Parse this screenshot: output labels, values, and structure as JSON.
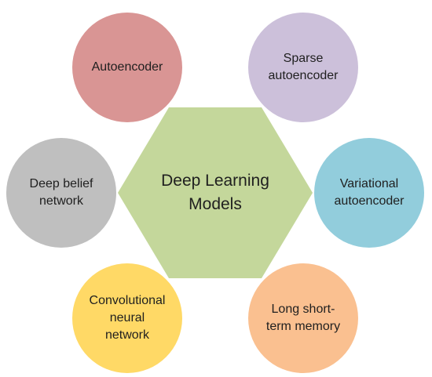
{
  "center": {
    "label": "Deep Learning\nModels",
    "color": "#c4d79b"
  },
  "nodes": [
    {
      "id": "autoencoder",
      "label": "Autoencoder",
      "color": "#d99594"
    },
    {
      "id": "sparse-autoencoder",
      "label": "Sparse\nautoencoder",
      "color": "#ccc0da"
    },
    {
      "id": "variational-autoencoder",
      "label": "Variational\nautoencoder",
      "color": "#92cddc"
    },
    {
      "id": "long-short-term-memory",
      "label": "Long short-\nterm memory",
      "color": "#fac090"
    },
    {
      "id": "convolutional-neural-network",
      "label": "Convolutional\nneural\nnetwork",
      "color": "#ffd966"
    },
    {
      "id": "deep-belief-network",
      "label": "Deep belief\nnetwork",
      "color": "#bfbfbf"
    }
  ]
}
